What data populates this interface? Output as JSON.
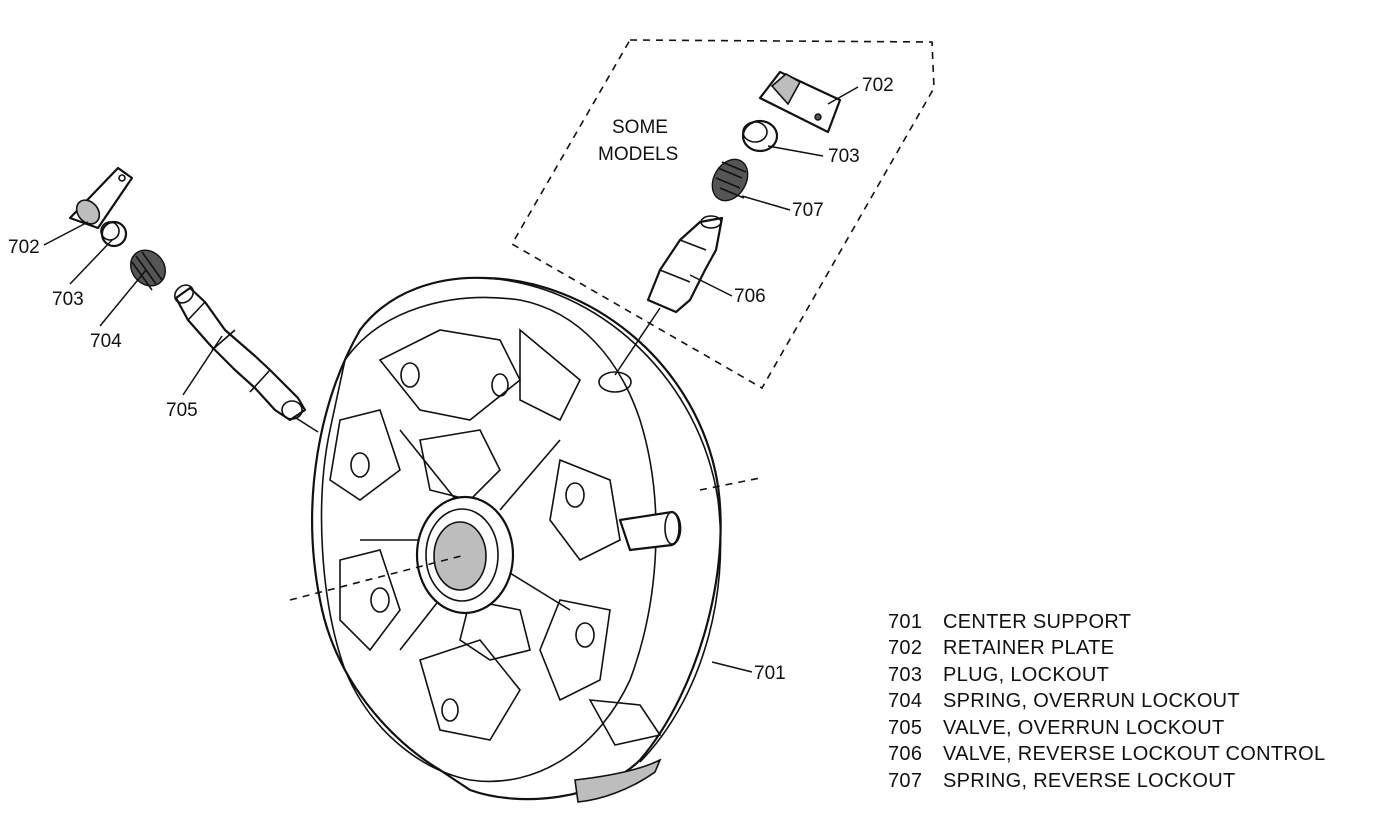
{
  "group_label": [
    "SOME",
    "MODELS"
  ],
  "callouts": {
    "c701": "701",
    "c702a": "702",
    "c702b": "702",
    "c703a": "703",
    "c703b": "703",
    "c704": "704",
    "c705": "705",
    "c706": "706",
    "c707": "707"
  },
  "legend": [
    {
      "num": "701",
      "text": "CENTER SUPPORT"
    },
    {
      "num": "702",
      "text": "RETAINER PLATE"
    },
    {
      "num": "703",
      "text": "PLUG, LOCKOUT"
    },
    {
      "num": "704",
      "text": "SPRING, OVERRUN LOCKOUT"
    },
    {
      "num": "705",
      "text": "VALVE, OVERRUN LOCKOUT"
    },
    {
      "num": "706",
      "text": "VALVE, REVERSE LOCKOUT CONTROL"
    },
    {
      "num": "707",
      "text": "SPRING, REVERSE LOCKOUT"
    }
  ]
}
